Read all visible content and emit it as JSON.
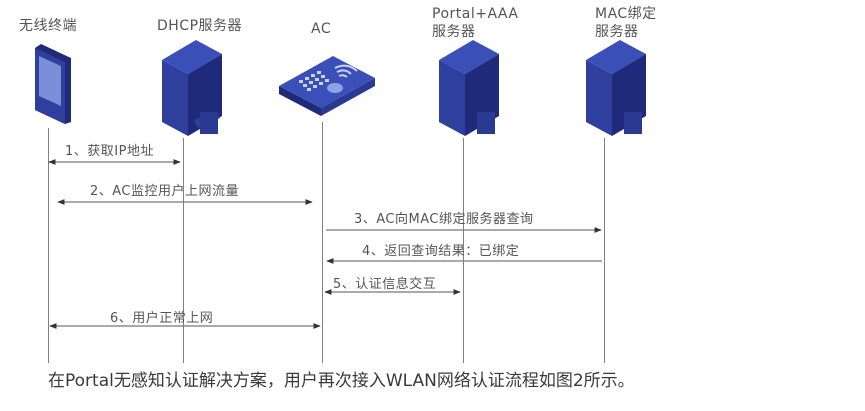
{
  "participants": [
    {
      "id": "terminal",
      "label_lines": [
        "无线终端"
      ],
      "icon": "tablet-icon"
    },
    {
      "id": "dhcp",
      "label_lines": [
        "DHCP服务器"
      ],
      "icon": "server-icon"
    },
    {
      "id": "ac",
      "label_lines": [
        "AC"
      ],
      "icon": "access-controller-icon"
    },
    {
      "id": "portal",
      "label_lines": [
        "Portal+AAA",
        "服务器"
      ],
      "icon": "server-icon"
    },
    {
      "id": "mac",
      "label_lines": [
        "MAC绑定",
        "服务器"
      ],
      "icon": "server-icon"
    }
  ],
  "messages": [
    {
      "label": "1、获取IP地址",
      "from": "terminal",
      "to": "dhcp",
      "direction": "both"
    },
    {
      "label": "2、AC监控用户上网流量",
      "from": "terminal",
      "to": "ac",
      "direction": "both"
    },
    {
      "label": "3、AC向MAC绑定服务器查询",
      "from": "ac",
      "to": "mac",
      "direction": "right"
    },
    {
      "label": "4、返回查询结果：已绑定",
      "from": "mac",
      "to": "ac",
      "direction": "left"
    },
    {
      "label": "5、认证信息交互",
      "from": "ac",
      "to": "portal",
      "direction": "both"
    },
    {
      "label": "6、用户正常上网",
      "from": "terminal",
      "to": "ac",
      "direction": "both"
    }
  ],
  "caption": "在Portal无感知认证解决方案，用户再次接入WLAN网络认证流程如图2所示。",
  "colors": {
    "device": "#2e3f9e",
    "device_dark": "#1f2a7a",
    "device_light": "#6f86d6",
    "line": "#808080",
    "text": "#555555"
  }
}
